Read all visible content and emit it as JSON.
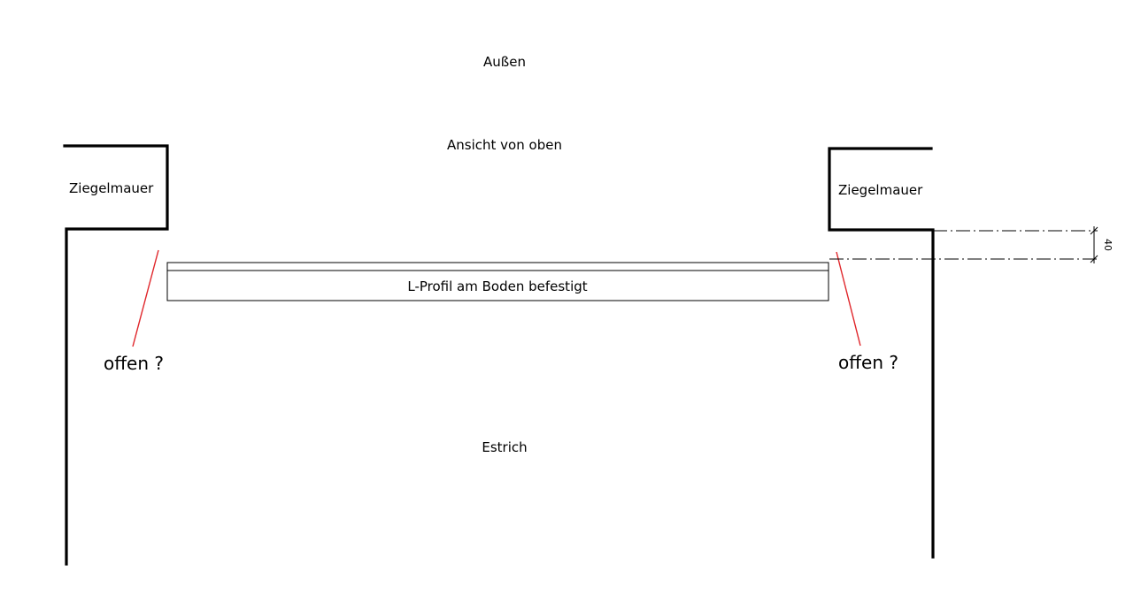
{
  "labels": {
    "outside": "Außen",
    "view": "Ansicht von oben",
    "wall_left": "Ziegelmauer",
    "wall_right": "Ziegelmauer",
    "profile": "L-Profil am Boden befestigt",
    "open_left": "offen ?",
    "open_right": "offen ?",
    "floor": "Estrich",
    "dimension": "40"
  },
  "colors": {
    "line": "#000000",
    "pointer": "#e0262b"
  }
}
